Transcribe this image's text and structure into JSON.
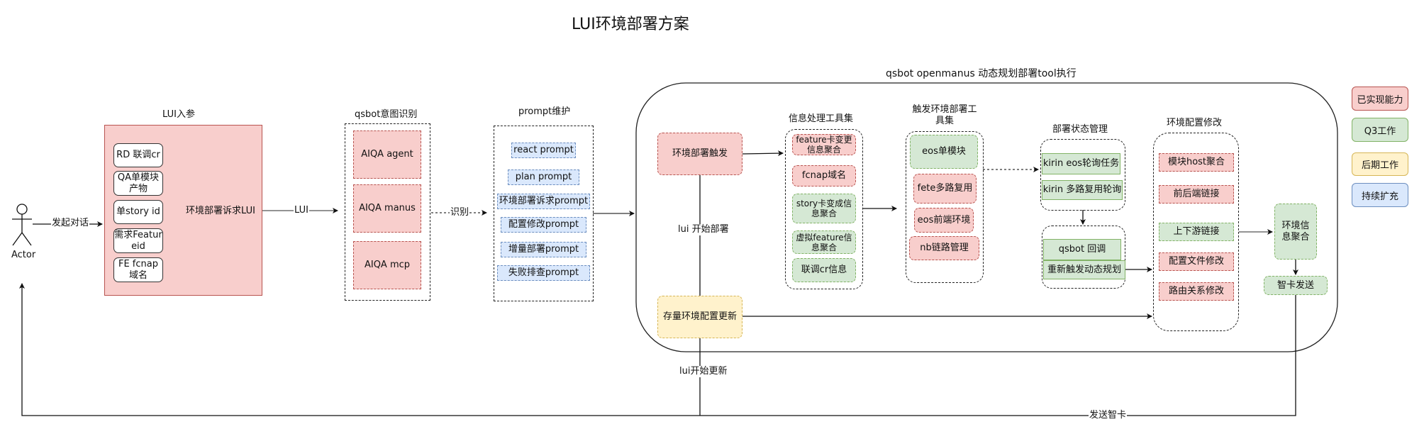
{
  "title": "LUI环境部署方案",
  "actor": {
    "label": "Actor",
    "edge_start": "发起对话",
    "edge_return": "发送智卡"
  },
  "lui_input": {
    "title": "LUI入参",
    "items": [
      "RD 联调cr",
      "QA单模块产物",
      "单story id",
      "需求Featureid",
      "FE fcnap域名"
    ],
    "target": "环境部署诉求LUI",
    "out_edge": "LUI"
  },
  "intent": {
    "title": "qsbot意图识别",
    "items": [
      "AIQA agent",
      "AIQA manus",
      "AIQA mcp"
    ],
    "out_edge": "识别"
  },
  "prompt": {
    "title": "prompt维护",
    "items": [
      "react prompt",
      "plan prompt",
      "环境部署诉求prompt",
      "配置修改prompt",
      "增量部署prompt",
      "失败排查prompt"
    ]
  },
  "executor": {
    "title": "qsbot openmanus 动态规划部署tool执行",
    "trigger": "环境部署触发",
    "update": "存量环境配置更新",
    "edge_deploy": "lui 开始部署",
    "edge_update": "lui开始更新",
    "info_tools": {
      "title": "信息处理工具集",
      "items": [
        {
          "label": "feature卡变更信息聚合",
          "status": "red"
        },
        {
          "label": "fcnap域名",
          "status": "red"
        },
        {
          "label": "story卡变成信息聚合",
          "status": "green"
        },
        {
          "label": "虚拟feature信息聚合",
          "status": "green"
        },
        {
          "label": "联调cr信息",
          "status": "green"
        }
      ]
    },
    "deploy_tools": {
      "title": "触发环境部署工具集",
      "items": [
        {
          "label": "eos单模块",
          "status": "green"
        },
        {
          "label": "fete多路复用",
          "status": "red"
        },
        {
          "label": "eos前端环境",
          "status": "red"
        },
        {
          "label": "nb链路管理",
          "status": "red"
        }
      ]
    },
    "status_mgmt": {
      "title": "部署状态管理",
      "items": [
        "kirin eos轮询任务",
        "kirin 多路复用轮询"
      ]
    },
    "callback": {
      "items": [
        "qsbot 回调",
        "重新触发动态规划"
      ]
    },
    "env_config": {
      "title": "环境配置修改",
      "items": [
        {
          "label": "模块host聚合",
          "status": "red"
        },
        {
          "label": "前后端链接",
          "status": "red"
        },
        {
          "label": "上下游链接",
          "status": "green"
        },
        {
          "label": "配置文件修改",
          "status": "red"
        },
        {
          "label": "路由关系修改",
          "status": "red"
        }
      ]
    },
    "aggregate": "环境信息聚合",
    "send_card": "智卡发送"
  },
  "legend": [
    {
      "label": "已实现能力",
      "color": "#f8cecc",
      "border": "#b85450"
    },
    {
      "label": "Q3工作",
      "color": "#d5e8d4",
      "border": "#82b366"
    },
    {
      "label": "后期工作",
      "color": "#fff2cc",
      "border": "#d6b656"
    },
    {
      "label": "持续扩充",
      "color": "#dae8fc",
      "border": "#6c8ebf"
    }
  ]
}
